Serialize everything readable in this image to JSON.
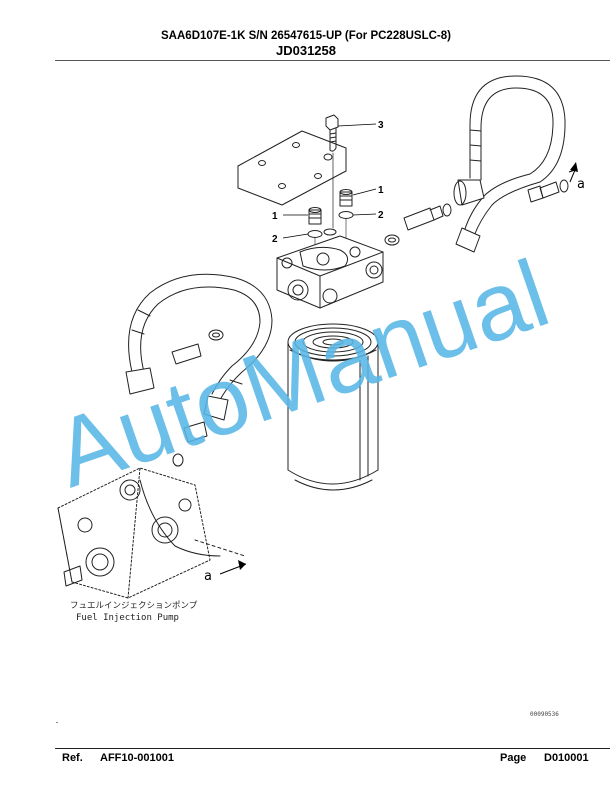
{
  "header": {
    "model_line": "SAA6D107E-1K S/N 26547615-UP (For PC228USLC-8)",
    "part_code": "JD031258"
  },
  "diagram": {
    "callouts": [
      "3",
      "1",
      "2",
      "1",
      "2"
    ],
    "connection_marks": [
      "a",
      "a"
    ],
    "pump_label_jp": "フュエルインジェクションポンプ",
    "pump_label_en": "Fuel Injection Pump",
    "drawing_number": "00090536",
    "watermark": "AutoManual",
    "watermark_color": "#57b6e6"
  },
  "footer": {
    "ref_label": "Ref.",
    "ref_value": "AFF10-001001",
    "page_label": "Page",
    "page_value": "D010001"
  }
}
